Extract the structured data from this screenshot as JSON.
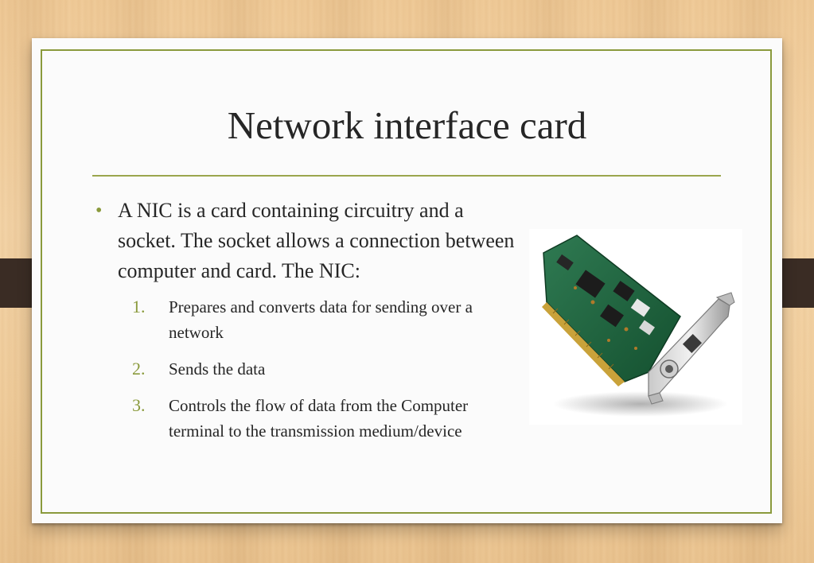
{
  "slide": {
    "title": "Network interface card",
    "bullet": {
      "marker": "•",
      "text": "A NIC is a card containing circuitry and a socket. The socket allows a connection between computer and card. The NIC:"
    },
    "numbered_items": [
      {
        "number": "1.",
        "text": "Prepares and converts data for sending over a network"
      },
      {
        "number": "2.",
        "text": "Sends the data"
      },
      {
        "number": "3.",
        "text": "Controls the flow of data from the Computer terminal to the transmission medium/device"
      }
    ]
  },
  "colors": {
    "accent": "#8a9a3c",
    "text": "#262626",
    "slide_background": "#fbfbfb",
    "side_tab": "#3a2c24"
  }
}
